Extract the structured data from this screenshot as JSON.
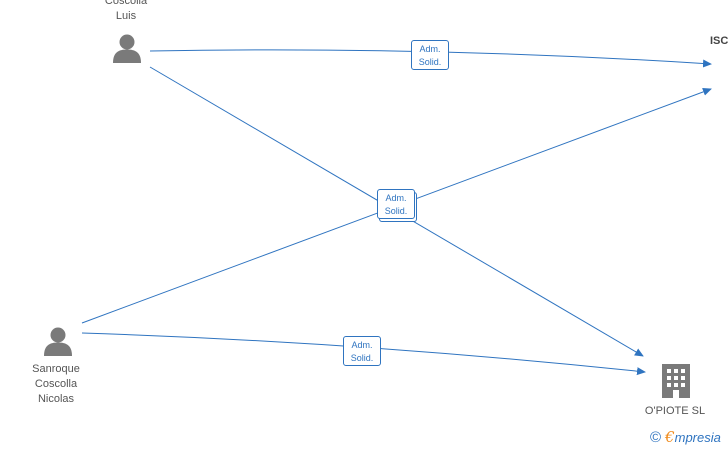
{
  "nodes": {
    "person_luis": {
      "label": "Coscolla\nLuis",
      "icon": "person-icon"
    },
    "person_nicolas": {
      "label": "Sanroque\nCoscolla\nNicolas",
      "icon": "person-icon"
    },
    "company_opiote": {
      "label": "O'PIOTE  SL",
      "icon": "building-icon"
    },
    "company_isc": {
      "label": "ISC",
      "icon": "building-icon"
    }
  },
  "edges": {
    "top": {
      "line1": "Adm.",
      "line2": "Solid."
    },
    "center": {
      "line1": "Adm.",
      "line2": "Solid."
    },
    "bottom": {
      "line1": "Adm.",
      "line2": "Solid."
    }
  },
  "colors": {
    "edge": "#2f74c0",
    "icon": "#7a7a7a",
    "brand_e": "#f08c1e"
  },
  "brand": {
    "copyright": "©",
    "e": "€",
    "rest": "mpresia"
  }
}
